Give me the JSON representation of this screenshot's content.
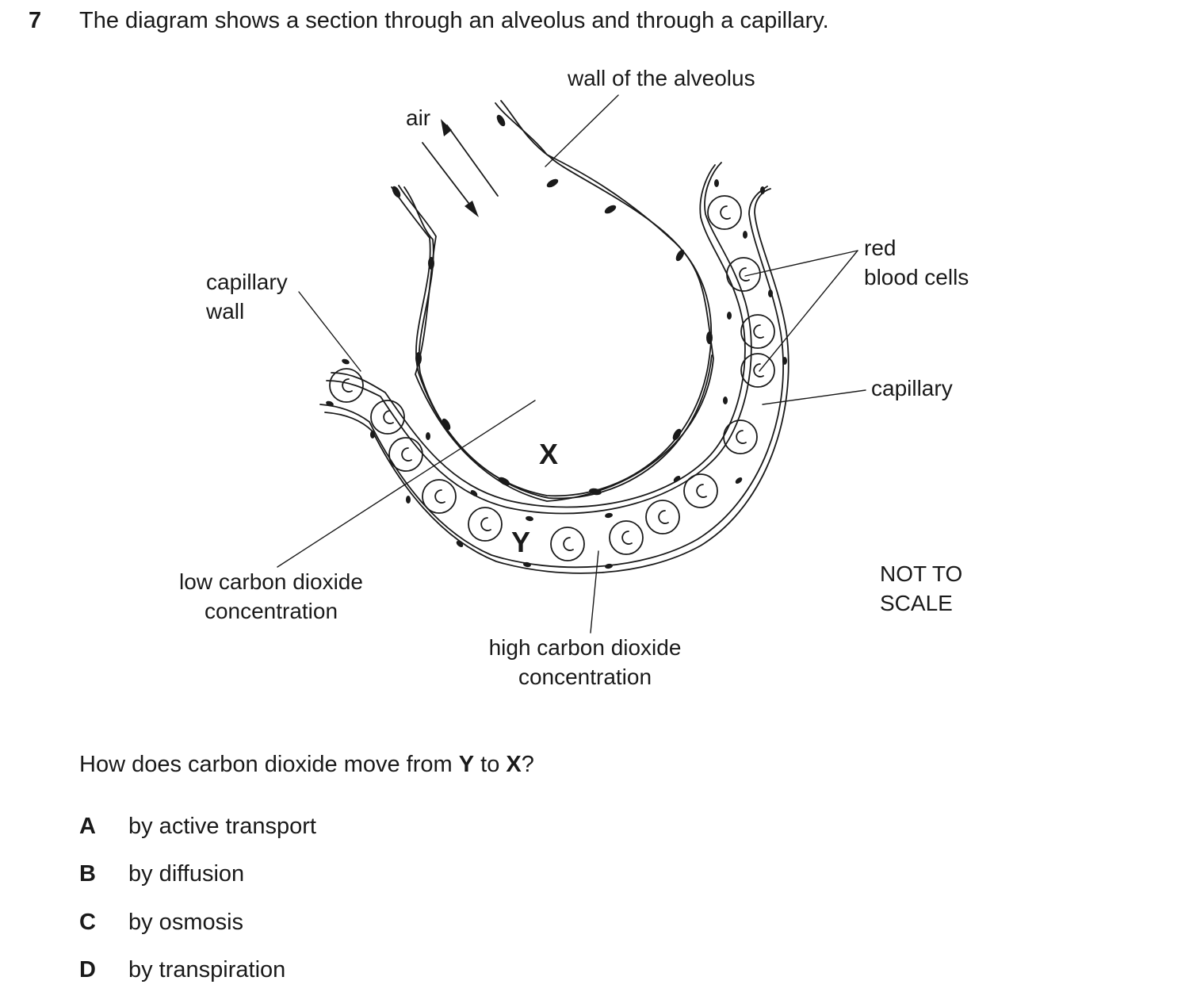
{
  "question": {
    "number": "7",
    "stem": "The diagram shows a section through an alveolus and through a capillary.",
    "prompt_before_y": "How does carbon dioxide move from ",
    "y": "Y",
    "prompt_middle": " to ",
    "x": "X",
    "prompt_end": "?"
  },
  "diagram_labels": {
    "air": "air",
    "wall_of_alveolus": "wall of the alveolus",
    "capillary_wall_line1": "capillary",
    "capillary_wall_line2": "wall",
    "red_line1": "red",
    "red_line2": "blood cells",
    "capillary": "capillary",
    "low_line1": "low carbon dioxide",
    "low_line2": "concentration",
    "high_line1": "high carbon dioxide",
    "high_line2": "concentration",
    "not_to_scale_line1": "NOT TO",
    "not_to_scale_line2": "SCALE",
    "x": "X",
    "y": "Y"
  },
  "options": [
    {
      "letter": "A",
      "text": "by active transport"
    },
    {
      "letter": "B",
      "text": "by diffusion"
    },
    {
      "letter": "C",
      "text": "by osmosis"
    },
    {
      "letter": "D",
      "text": "by transpiration"
    }
  ]
}
